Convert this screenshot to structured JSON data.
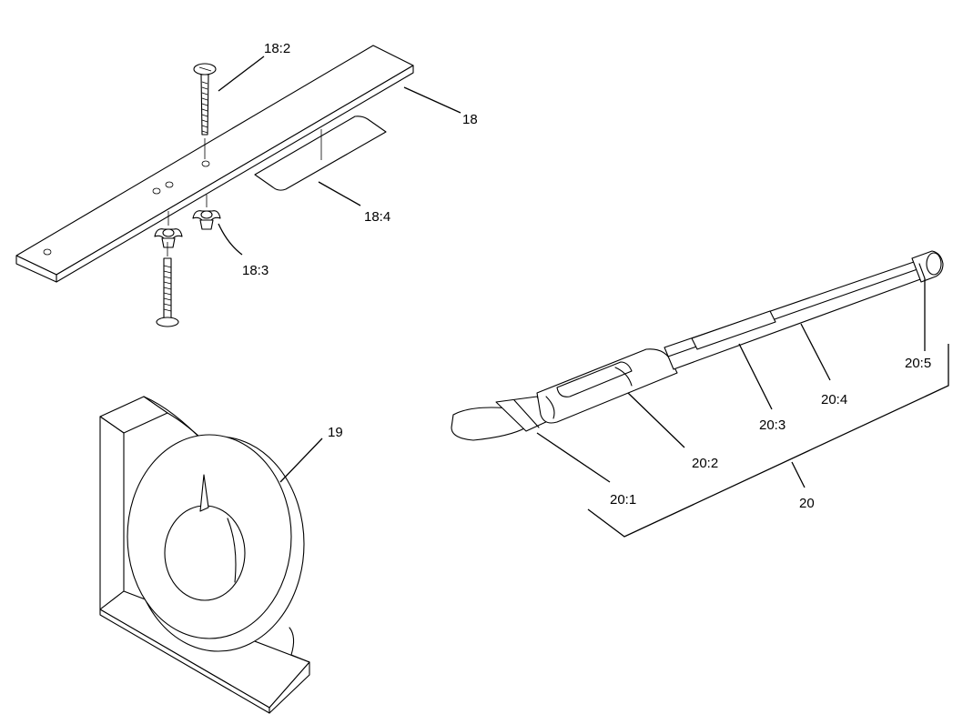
{
  "callouts": {
    "c18": "18",
    "c18_2": "18:2",
    "c18_3": "18:3",
    "c18_4": "18:4",
    "c19": "19",
    "c20": "20",
    "c20_1": "20:1",
    "c20_2": "20:2",
    "c20_3": "20:3",
    "c20_4": "20:4",
    "c20_5": "20:5"
  }
}
